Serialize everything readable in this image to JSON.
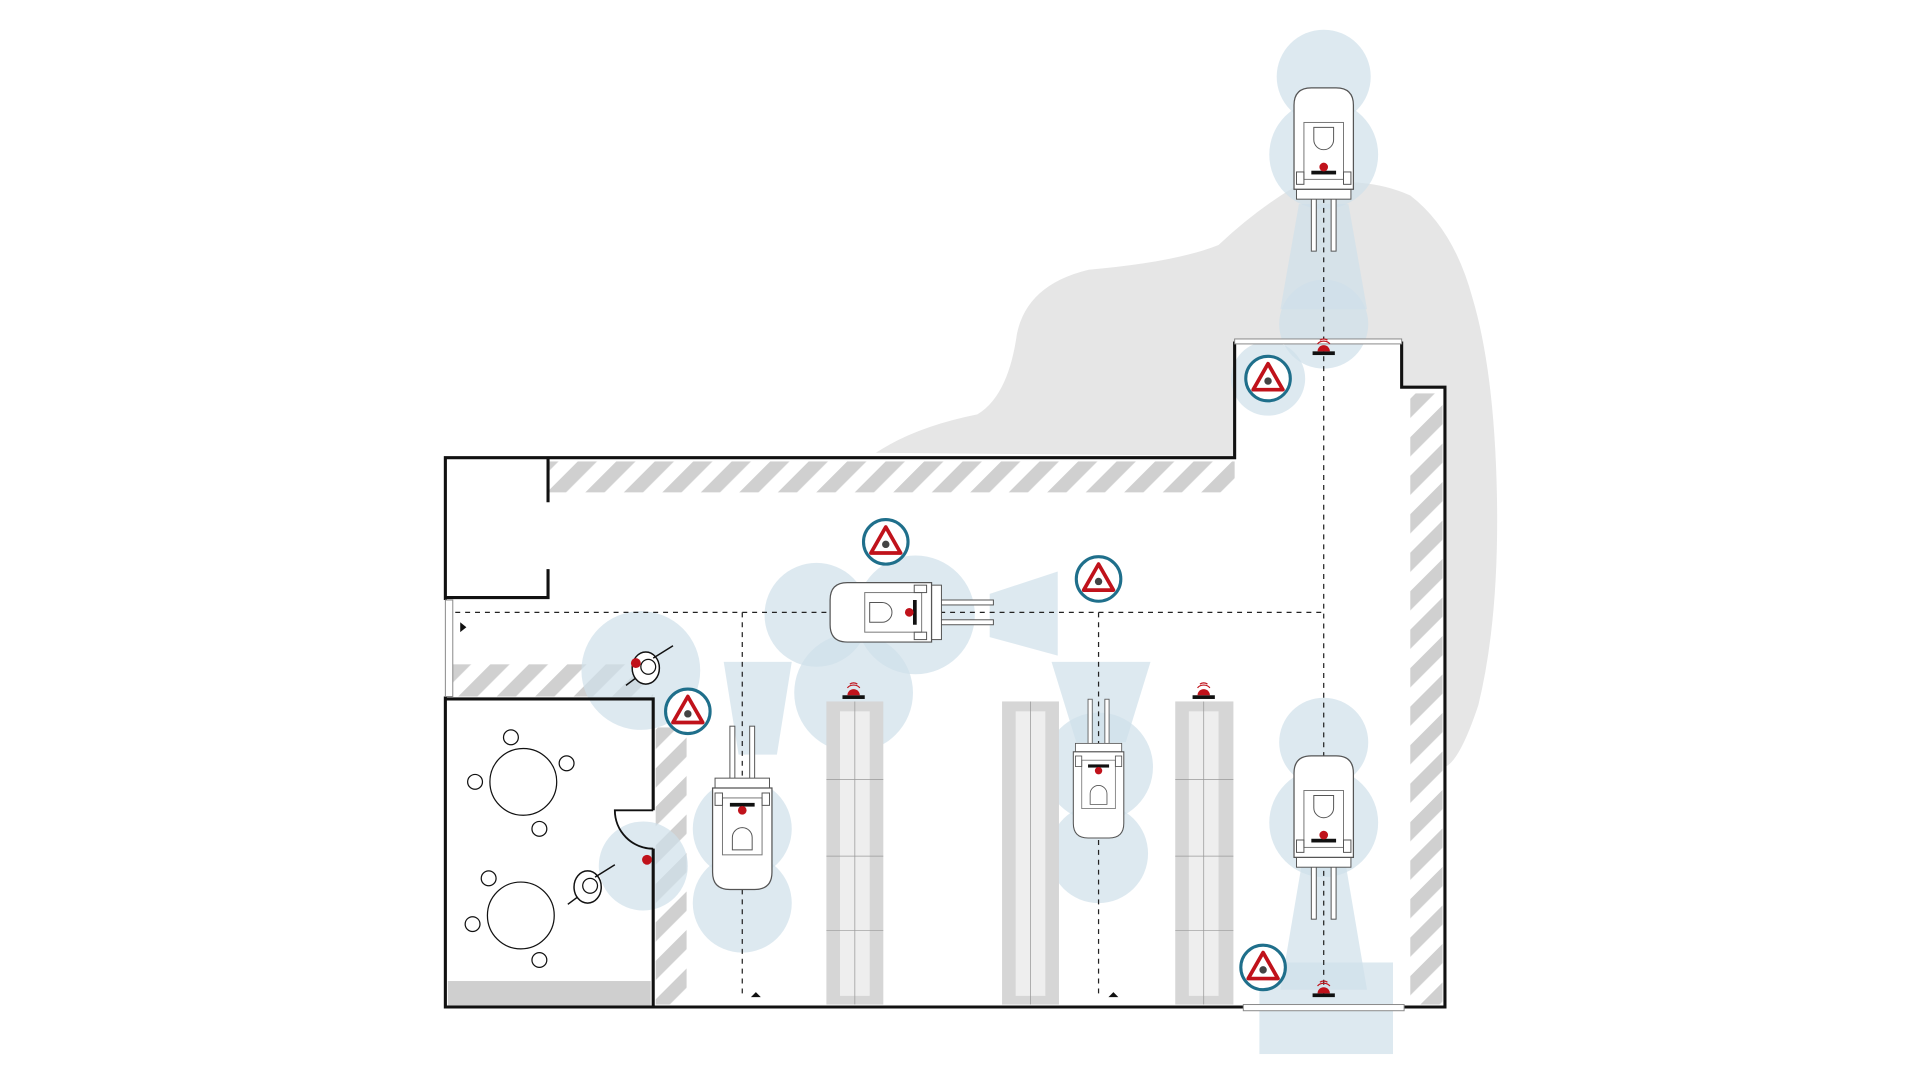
{
  "diagram": {
    "kind": "warehouse-floor-plan",
    "colors": {
      "wall": "#111111",
      "hatch": "#d0d0d0",
      "outside_area": "#e6e6e6",
      "sensor_zone": "#cfe0ea",
      "beacon": "#c0121b",
      "sign_ring": "#1f6f8b",
      "sign_triangle": "#c0121b"
    },
    "icons": {
      "forklift": "forklift-top-view-icon",
      "person": "pedestrian-icon",
      "warning_sign": "warning-triangle-icon",
      "beacon": "red-warning-light-icon",
      "table": "round-table-icon"
    },
    "forklifts": 5,
    "pedestrians": 2,
    "warning_signs": 5
  }
}
